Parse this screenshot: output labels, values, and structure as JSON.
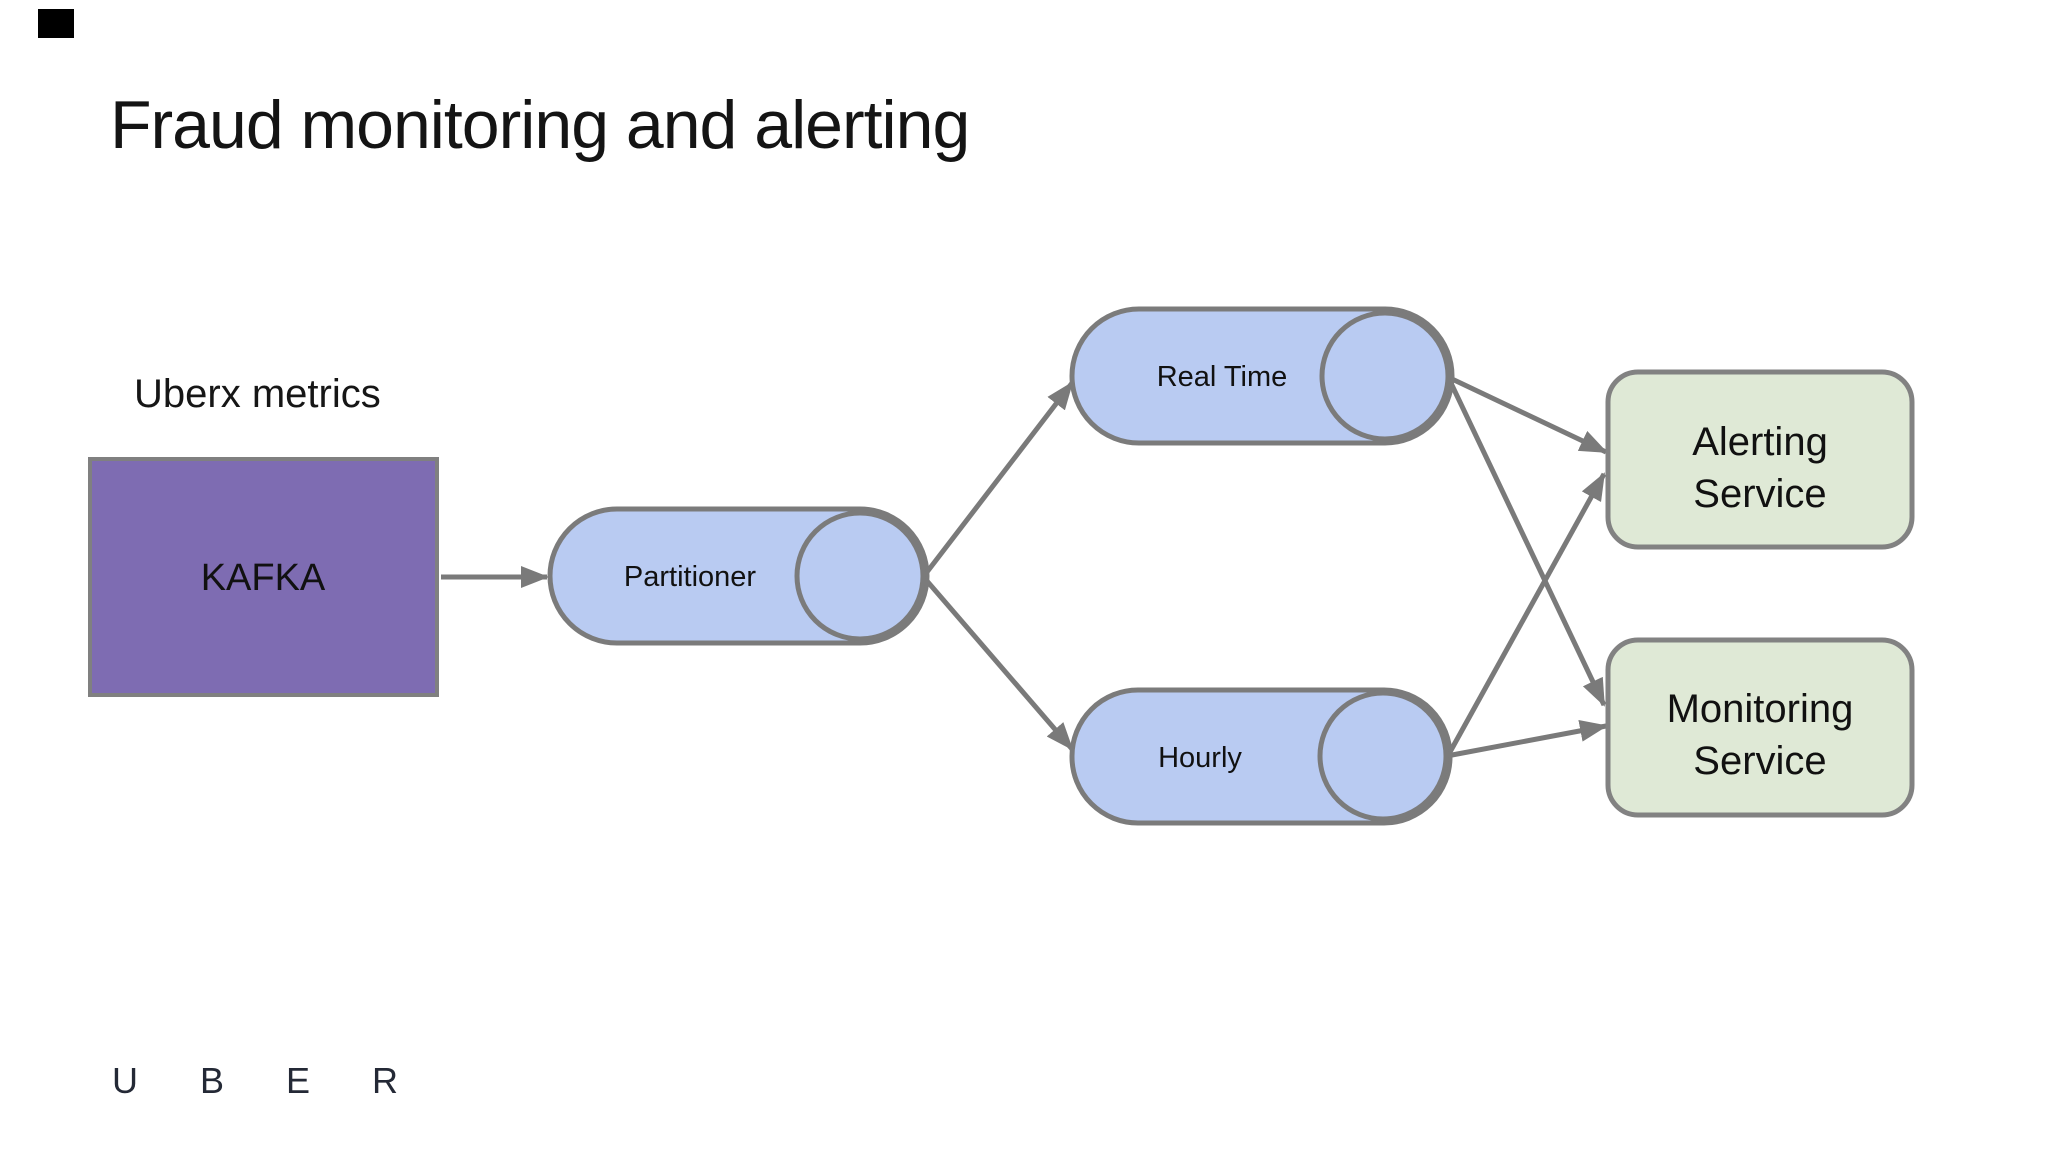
{
  "slide": {
    "title": "Fraud monitoring and alerting",
    "brand_logo": "U B E R",
    "background_color": "#ffffff",
    "title_color": "#141414"
  },
  "diagram": {
    "source_label": "Uberx metrics",
    "stroke_color": "#7a7a7a",
    "border_color": "#808080",
    "nodes": {
      "kafka": {
        "label": "KAFKA",
        "type": "rect",
        "fill": "#7e6cb2",
        "text_color": "#ffffff"
      },
      "partitioner": {
        "label": "Partitioner",
        "type": "queue-cylinder",
        "fill": "#b9cbf2"
      },
      "realtime": {
        "label": "Real Time",
        "type": "queue-cylinder",
        "fill": "#b9cbf2"
      },
      "hourly": {
        "label": "Hourly",
        "type": "queue-cylinder",
        "fill": "#b9cbf2"
      },
      "alerting": {
        "label": "Alerting Service",
        "lines": [
          "Alerting",
          "Service"
        ],
        "type": "rounded-rect",
        "fill": "#dfe9d6"
      },
      "monitoring": {
        "label": "Monitoring Service",
        "lines": [
          "Monitoring",
          "Service"
        ],
        "type": "rounded-rect",
        "fill": "#dfe9d6"
      }
    },
    "edges": [
      {
        "from": "kafka",
        "to": "partitioner"
      },
      {
        "from": "partitioner",
        "to": "realtime"
      },
      {
        "from": "partitioner",
        "to": "hourly"
      },
      {
        "from": "realtime",
        "to": "alerting"
      },
      {
        "from": "realtime",
        "to": "monitoring"
      },
      {
        "from": "hourly",
        "to": "alerting"
      },
      {
        "from": "hourly",
        "to": "monitoring"
      }
    ]
  }
}
